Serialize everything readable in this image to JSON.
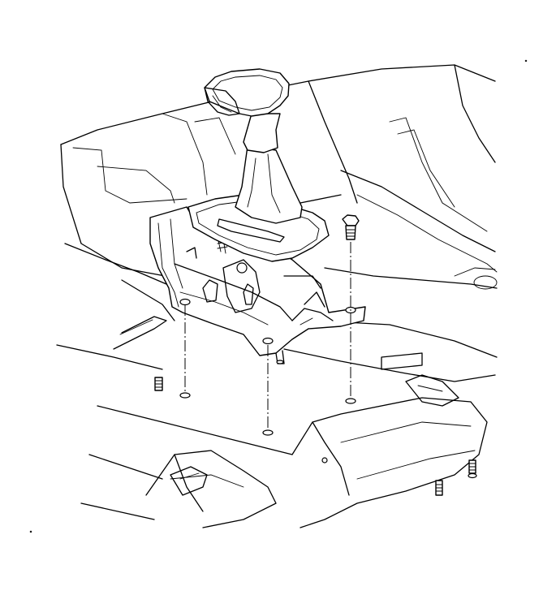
{
  "diagram": {
    "kind": "exploded-view line drawing",
    "subject_icons": [
      "gear-shift-knob",
      "shift-boot",
      "shifter-bracket",
      "bolt",
      "stud",
      "floor-pan"
    ],
    "colors": {
      "line": "#000000",
      "background": "#ffffff"
    }
  }
}
